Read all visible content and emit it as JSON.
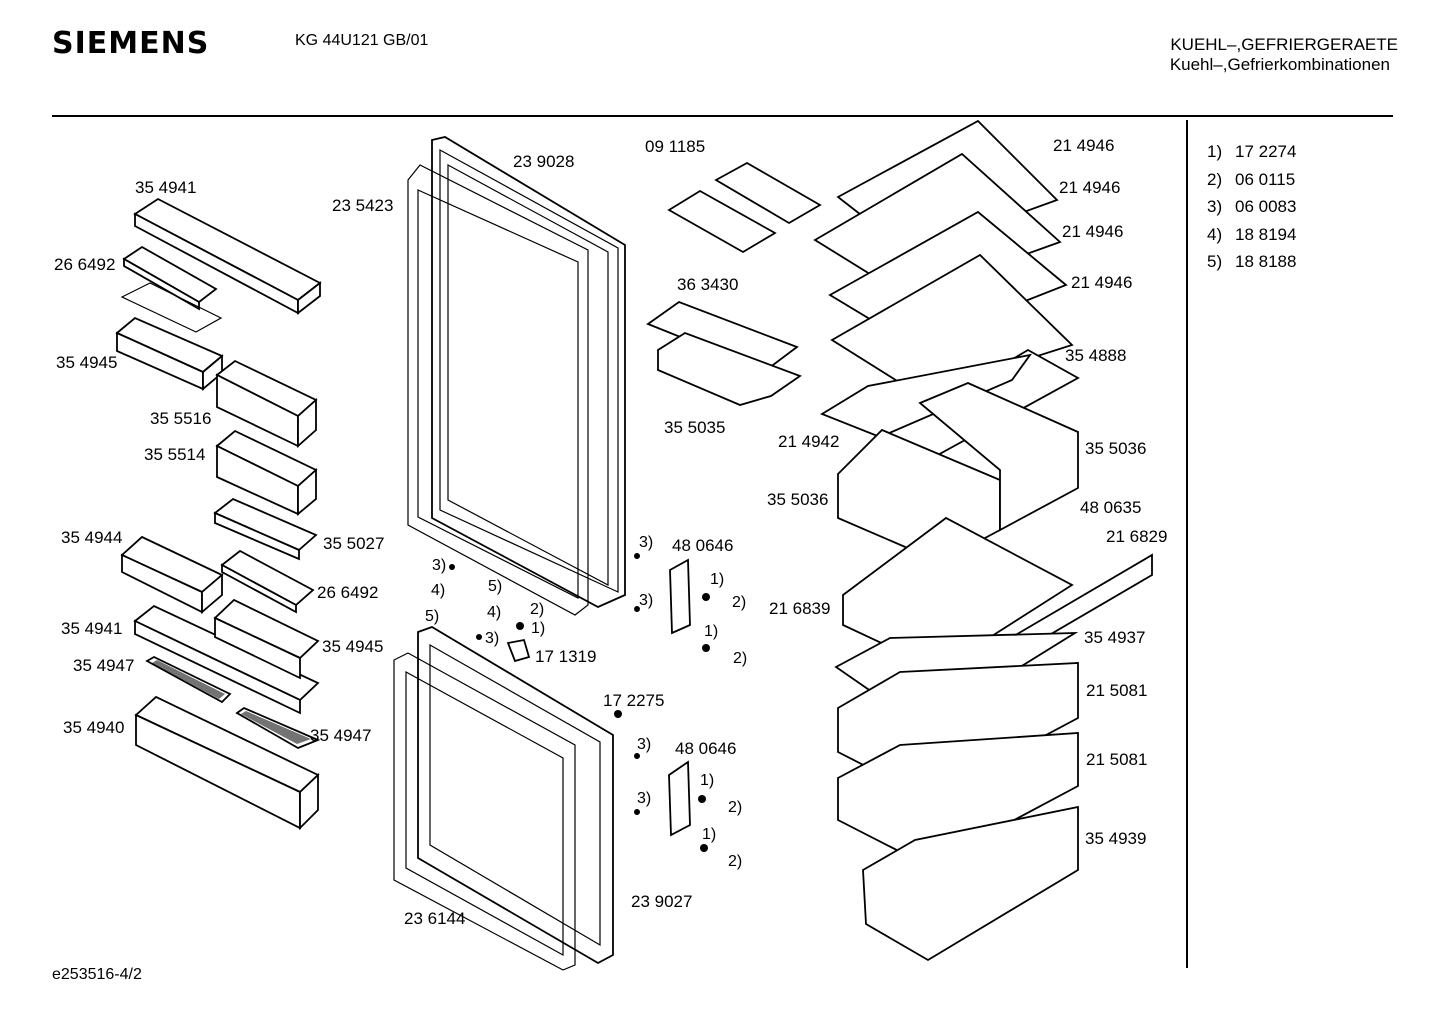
{
  "header": {
    "brand": "SIEMENS",
    "model": "KG 44U121 GB/01",
    "category_upper": "KUEHL–,GEFRIERGERAETE",
    "category_lower": "Kuehl–,Gefrierkombinationen"
  },
  "footer": {
    "code": "e253516-4/2"
  },
  "legend": [
    {
      "key": "1)",
      "part": "17 2274"
    },
    {
      "key": "2)",
      "part": "06 0115"
    },
    {
      "key": "3)",
      "part": "06 0083"
    },
    {
      "key": "4)",
      "part": "18 8194"
    },
    {
      "key": "5)",
      "part": "18 8188"
    }
  ],
  "part_labels": {
    "p354941a": "35 4941",
    "p266492a": "26 6492",
    "p354945a": "35 4945",
    "p355516": "35 5516",
    "p355514": "35 5514",
    "p354944": "35 4944",
    "p355027": "35 5027",
    "p266492b": "26 6492",
    "p354941b": "35 4941",
    "p354945b": "35 4945",
    "p354947a": "35 4947",
    "p354940": "35 4940",
    "p354947b": "35 4947",
    "p239028": "23 9028",
    "p235423": "23 5423",
    "p091185": "09 1185",
    "p363430": "36 3430",
    "p355035": "35 5035",
    "p214946a": "21 4946",
    "p214946b": "21 4946",
    "p214946c": "21 4946",
    "p214946d": "21 4946",
    "p354888": "35 4888",
    "p214942": "21 4942",
    "p355036a": "35 5036",
    "p355036b": "35 5036",
    "p480635": "48 0635",
    "p216829": "21 6829",
    "p216839": "21 6839",
    "p480646a": "48 0646",
    "p171319": "17 1319",
    "p354937": "35 4937",
    "p215081a": "21 5081",
    "p215081b": "21 5081",
    "p172275": "17 2275",
    "p480646b": "48 0646",
    "p354939": "35 4939",
    "p239027": "23 9027",
    "p236144": "23 6144"
  },
  "callouts": {
    "c1": "1)",
    "c2": "2)",
    "c3": "3)",
    "c4": "4)",
    "c5": "5)"
  }
}
